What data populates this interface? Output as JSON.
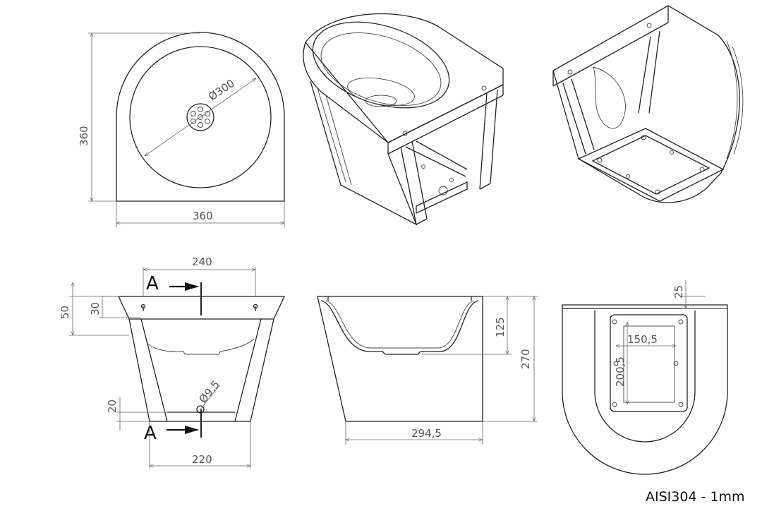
{
  "drawing": {
    "top_view": {
      "height_dim": "360",
      "width_dim": "360",
      "bowl_diameter": "Ø300"
    },
    "front_view": {
      "top_width": "240",
      "bottom_width": "220",
      "rim_height": "50",
      "keyhole_height": "30",
      "base_height": "20",
      "hole_diameter": "Ø9,5",
      "section_top": "A",
      "section_bottom": "A"
    },
    "section_view": {
      "bowl_depth": "125",
      "total_height": "270",
      "base_length": "294,5"
    },
    "bottom_view": {
      "edge_offset": "25",
      "plate_width": "150,5",
      "plate_height": "200,5"
    },
    "material": "AISI304 - 1mm"
  }
}
